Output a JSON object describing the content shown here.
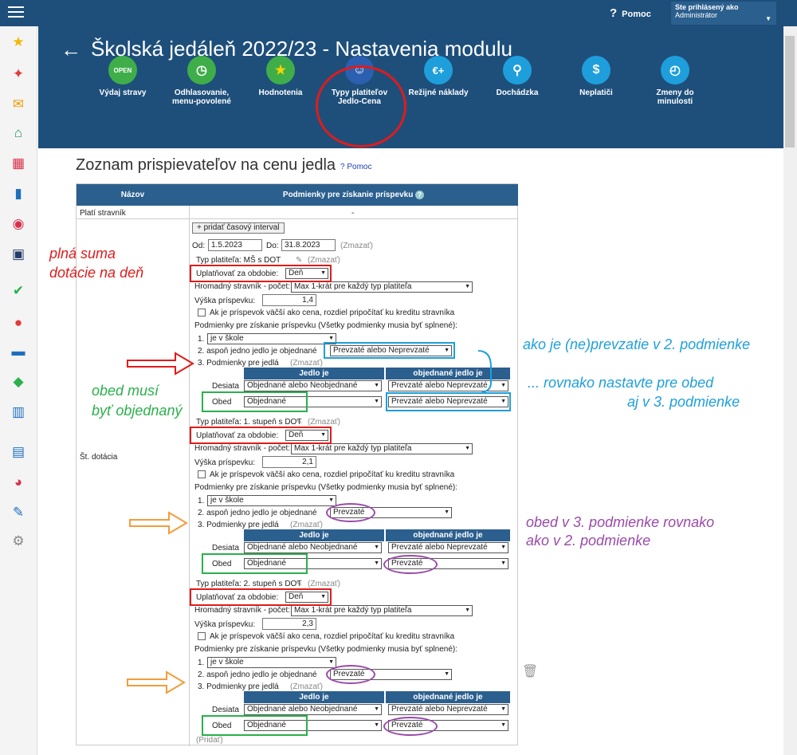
{
  "topbar": {
    "help": "Pomoc",
    "user_label": "Ste prihlásený ako",
    "user_role": "Administrátor"
  },
  "header": {
    "title": "Školská jedáleň 2022/23 - Nastavenia modulu",
    "modules": [
      {
        "l1": "Výdaj stravy",
        "l2": "",
        "color": "#3fae49",
        "icon": "OPEN"
      },
      {
        "l1": "Odhlasovanie,",
        "l2": "menu-povolené",
        "color": "#3fae49",
        "icon": "🕒"
      },
      {
        "l1": "Hodnotenia",
        "l2": "",
        "color": "#3fae49",
        "icon": "★"
      },
      {
        "l1": "Typy platiteľov",
        "l2": "Jedlo-Cena",
        "color": "#2b5fb0",
        "icon": "👤"
      },
      {
        "l1": "Režijné náklady",
        "l2": "",
        "color": "#1e9fdc",
        "icon": "€+"
      },
      {
        "l1": "Dochádzka",
        "l2": "",
        "color": "#1e9fdc",
        "icon": "🚶"
      },
      {
        "l1": "Neplatiči",
        "l2": "",
        "color": "#1e9fdc",
        "icon": "💰"
      },
      {
        "l1": "Zmeny do",
        "l2": "minulosti",
        "color": "#1e9fdc",
        "icon": "⏰"
      }
    ]
  },
  "list": {
    "title": "Zoznam prispievateľov na cenu jedla",
    "help": "? Pomoc",
    "col_name": "Názov",
    "col_cond": "Podmienky pre získanie príspevku",
    "row1_name": "Platí stravník",
    "row1_val": "-",
    "row2_name": "Št. dotácia",
    "add_interval": "+ pridať časový interval",
    "od": "Od:",
    "od_val": "1.5.2023",
    "do": "Do:",
    "do_val": "31.8.2023",
    "zmazat": "(Zmazať)",
    "pridat": "(Pridať)",
    "blocks": [
      {
        "type": "Typ platiteľa: MŠ s DOT",
        "sum": "1,4",
        "cond2": "Prevzaté alebo Neprevzaté",
        "obed2": "Prevzaté alebo Neprevzaté"
      },
      {
        "type": "Typ platiteľa: 1. stupeň s DOT",
        "sum": "2,1",
        "cond2": "Prevzaté",
        "obed2": "Prevzaté"
      },
      {
        "type": "Typ platiteľa: 2. stupeň s DOT",
        "sum": "2,3",
        "cond2": "Prevzaté",
        "obed2": "Prevzaté"
      }
    ],
    "period_label": "Uplatňovať za obdobie:",
    "period_val": "Deň",
    "hromadny": "Hromadný stravník - počet:",
    "hromadny_val": "Max 1-krát pre každý typ platiteľa",
    "vyska": "Výška príspevku:",
    "ak": "Ak je príspevok väčší ako cena, rozdiel pripočítať ku kreditu stravníka",
    "podm": "Podmienky pre získanie príspevku (Všetky podmienky musia byť splnené):",
    "c1": "1.",
    "c1v": "je v škole",
    "c2": "2. aspoň jedno jedlo je objednané",
    "c3": "3. Podmienky pre jedlá",
    "zm": "(Zmazať)",
    "jedlo_je": "Jedlo je",
    "obj_jedlo": "objednané jedlo je",
    "desiata": "Desiata",
    "desiata_v": "Objednané alebo Neobjednané",
    "desiata_v2": "Prevzaté alebo Neprevzaté",
    "obed": "Obed",
    "obed_v": "Objednané"
  },
  "annotations": {
    "a1": "plná suma",
    "a2": "dotácie na deň",
    "a3": "obed musí",
    "a4": "byť objednaný",
    "a5": "ako je (ne)prevzatie v 2. podmienke",
    "a6": "... rovnako nastavte pre obed",
    "a7": "aj v 3. podmienke",
    "a8": "obed v 3. podmienke rovnako",
    "a9": "ako v 2. podmienke"
  }
}
